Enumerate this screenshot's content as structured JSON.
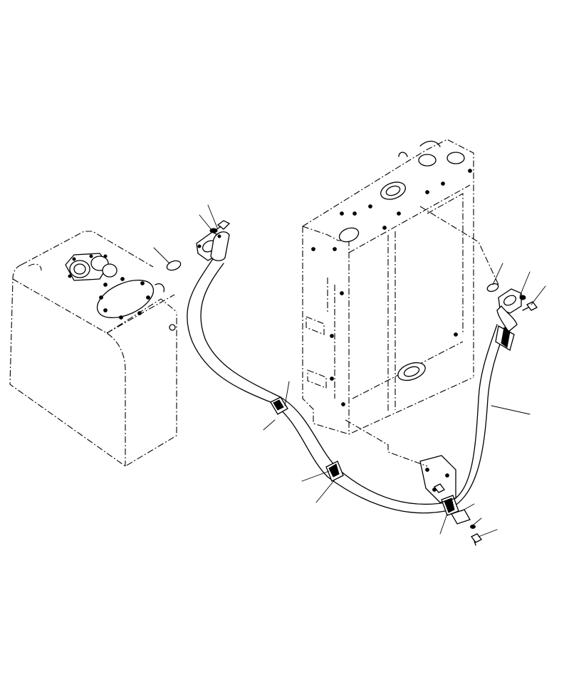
{
  "diagram": {
    "leader_count": 14,
    "colors": {
      "line": "#000000",
      "background": "#ffffff"
    },
    "parts": [
      "tank",
      "radiator",
      "hose",
      "clamp",
      "o-ring",
      "bolt",
      "washer",
      "flange",
      "bracket"
    ]
  }
}
